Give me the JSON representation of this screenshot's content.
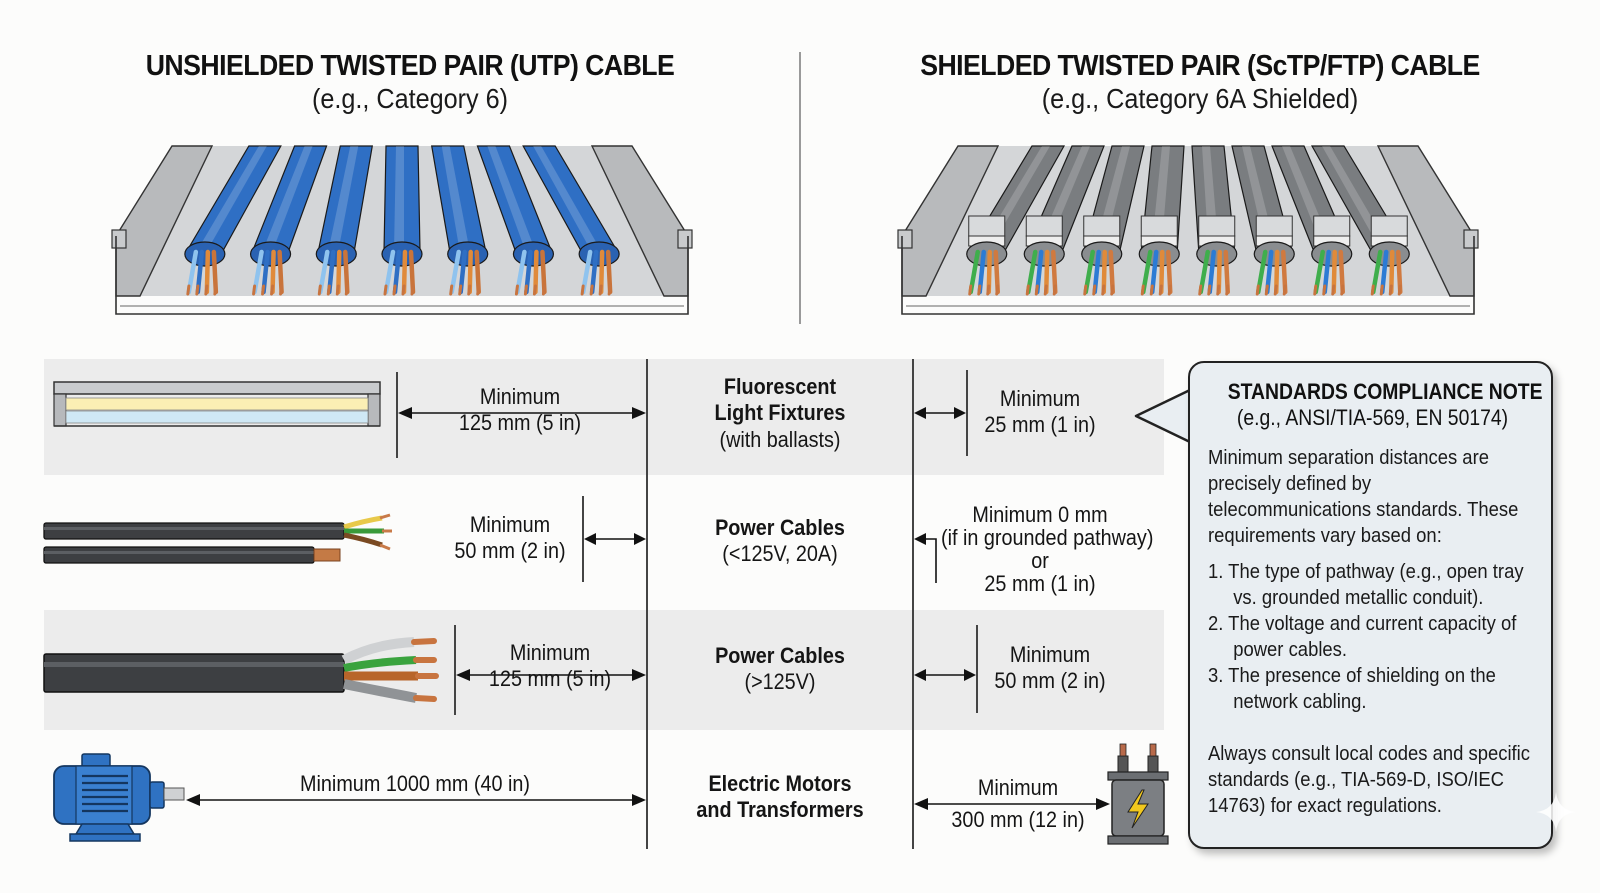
{
  "utp": {
    "title": "UNSHIELDED TWISTED PAIR (UTP) CABLE",
    "subtitle": "(e.g., Category 6)",
    "cable_color": "#2f6fc4",
    "cable_count": 7
  },
  "stp": {
    "title": "SHIELDED TWISTED PAIR (ScTP/FTP) CABLE",
    "subtitle": "(e.g., Category 6A Shielded)",
    "cable_color": "#7a7d80",
    "cable_count": 8
  },
  "rows": [
    {
      "source_bold": [
        "Fluorescent",
        "Light Fixtures"
      ],
      "source_normal": [
        "(with ballasts)"
      ],
      "utp_distance": [
        "Minimum",
        "125 mm (5 in)"
      ],
      "stp_distance": [
        "Minimum",
        "25 mm (1 in)"
      ],
      "icon": "fluorescent-light-fixture-icon"
    },
    {
      "source_bold": [
        "Power Cables"
      ],
      "source_normal": [
        "(<125V, 20A)"
      ],
      "utp_distance": [
        "Minimum",
        "50 mm (2 in)"
      ],
      "stp_distance": [
        "Minimum 0 mm",
        "(if in grounded pathway)",
        "or",
        "25 mm (1 in)"
      ],
      "icon": "low-voltage-power-cable-icon"
    },
    {
      "source_bold": [
        "Power Cables"
      ],
      "source_normal": [
        "(>125V)"
      ],
      "utp_distance": [
        "Minimum",
        "125 mm (5 in)"
      ],
      "stp_distance": [
        "Minimum",
        "50 mm (2 in)"
      ],
      "icon": "high-voltage-power-cable-icon"
    },
    {
      "source_bold": [
        "Electric Motors",
        "and Transformers"
      ],
      "source_normal": [],
      "utp_distance": [
        "Minimum 1000 mm (40 in)"
      ],
      "stp_distance": [
        "Minimum",
        "300 mm (12 in)"
      ],
      "icon": "electric-motor-icon"
    }
  ],
  "callout": {
    "title": "STANDARDS COMPLIANCE NOTE",
    "subtitle": "(e.g., ANSI/TIA-569, EN 50174)",
    "intro": "Minimum separation distances are precisely defined by telecommunications standards. These requirements vary based on:",
    "items": [
      "1. The type of pathway (e.g., open tray vs. grounded metallic conduit).",
      "2. The voltage and current capacity of power cables.",
      "3. The presence of shielding on the network cabling."
    ],
    "closing": "Always consult local codes and specific standards (e.g., TIA-569-D, ISO/IEC 14763) for exact regulations."
  },
  "colors": {
    "band_gray": "#ececec",
    "line": "#444444",
    "callout_bg": "#e9eef2",
    "motor_blue": "#2f72c2",
    "transformer_gray": "#7c7f83",
    "bolt_yellow": "#f2c81e"
  }
}
